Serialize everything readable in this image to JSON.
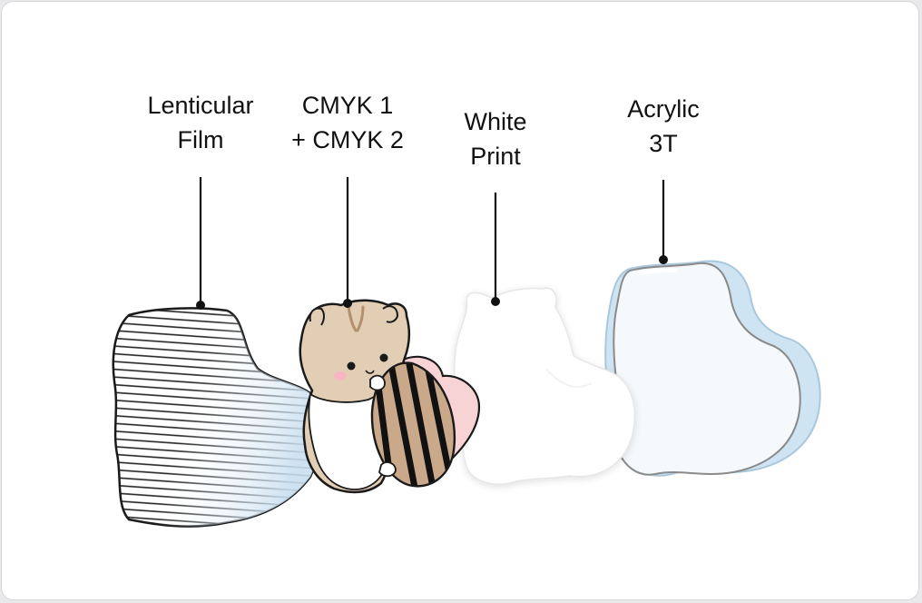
{
  "layers": [
    {
      "id": "lenticular",
      "line1": "Lenticular",
      "line2": "Film"
    },
    {
      "id": "cmyk",
      "line1": "CMYK 1",
      "line2": "+ CMYK 2"
    },
    {
      "id": "white",
      "line1": "White",
      "line2": "Print"
    },
    {
      "id": "acrylic",
      "line1": "Acrylic",
      "line2": "3T"
    }
  ],
  "colors": {
    "outline": "#1a1a1a",
    "hamster_fur": "#e2cdb5",
    "hamster_belly": "#ffffff",
    "cheek": "#f6b6c2",
    "heart": "#f8d3d6",
    "seed_stripe": "#c9a98a",
    "acrylic_edge": "#bcd9ec",
    "acrylic_face": "#f4f8fb",
    "lenticular_tint": "#c9dff0"
  }
}
